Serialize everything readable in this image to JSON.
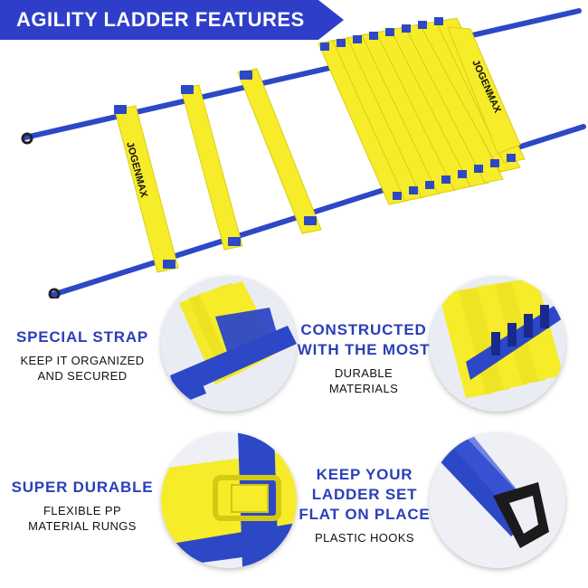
{
  "banner": {
    "title": "AGILITY LADDER FEATURES",
    "color": "#2f3ec9"
  },
  "brand": {
    "logo_text": "JOGENMAX"
  },
  "colors": {
    "strap_blue": "#2d48c6",
    "rung_yellow": "#f6ec2a",
    "title_blue": "#2b3fb8"
  },
  "features": [
    {
      "title_lines": [
        "SPECIAL STRAP"
      ],
      "desc_lines": [
        "KEEP IT ORGANIZED",
        "AND SECURED"
      ],
      "icon": "folded-rungs-strap-photo"
    },
    {
      "title_lines": [
        "CONSTRUCTED",
        "WITH THE MOST"
      ],
      "desc_lines": [
        "DURABLE",
        "MATERIALS"
      ],
      "icon": "stacked-rungs-photo"
    },
    {
      "title_lines": [
        "SUPER DURABLE"
      ],
      "desc_lines": [
        "FLEXIBLE PP",
        "MATERIAL RUNGS"
      ],
      "icon": "rung-buckle-photo"
    },
    {
      "title_lines": [
        "KEEP YOUR",
        "LADDER SET",
        "FLAT ON PLACE"
      ],
      "desc_lines": [
        "PLASTIC HOOKS"
      ],
      "icon": "plastic-hook-photo"
    }
  ]
}
